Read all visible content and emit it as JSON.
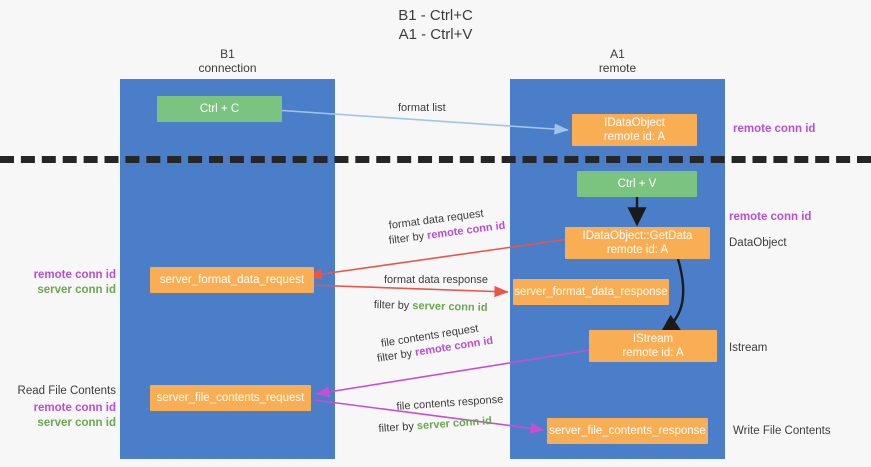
{
  "title": {
    "line1": "B1 - Ctrl+C",
    "line2": "A1 - Ctrl+V"
  },
  "columns": [
    {
      "name": "B1",
      "sub": "connection"
    },
    {
      "name": "A1",
      "sub": "remote"
    }
  ],
  "colors": {
    "lane": "#4a7ec9",
    "green_box": "#7bc47f",
    "orange_box": "#f9ae54",
    "remote_conn_id": "#b84fd0",
    "server_conn_id": "#6aa84f",
    "arrow_format": "#e8564a",
    "arrow_file": "#c84fd0",
    "arrow_formatlist": "#9fc5e8",
    "arrow_black": "#1a1a1a",
    "divider": "#262626",
    "page_bg": "#f7f7f7"
  },
  "boxes": {
    "ctrl_c": "Ctrl + C",
    "ctrl_v": "Ctrl + V",
    "idataobject_title": "IDataObject",
    "idataobject_sub": "remote id: A",
    "getdata_title": "IDataObject::GetData",
    "getdata_sub": "remote id: A",
    "istream_title": "IStream",
    "istream_sub": "remote id: A",
    "server_format_data_request": "server_format_data_request",
    "server_format_data_response": "server_format_data_response",
    "server_file_contents_request": "server_file_contents_request",
    "server_file_contents_response": "server_file_contents_response"
  },
  "captions": {
    "format_list": "format list",
    "format_data_request": "format data request",
    "format_data_request_filter_prefix": "filter by ",
    "format_data_request_filter_key": "remote conn id",
    "format_data_response": "format data response",
    "format_data_response_filter_prefix": "filter by ",
    "format_data_response_filter_key": "server conn id",
    "file_contents_request": "file contents request",
    "file_contents_request_filter_prefix": "filter by ",
    "file_contents_request_filter_key": "remote conn id",
    "file_contents_response": "file contents response",
    "file_contents_response_filter_prefix": "filter by ",
    "file_contents_response_filter_key": "server conn id"
  },
  "left_labels": {
    "format_remote_conn_id": "remote conn id",
    "format_server_conn_id": "server conn id",
    "read_file_contents": "Read File Contents",
    "file_remote_conn_id": "remote conn id",
    "file_server_conn_id": "server conn id"
  },
  "right_labels": {
    "top_remote_conn_id": "remote conn id",
    "getdata_remote_conn_id": "remote conn id",
    "dataobject": "DataObject",
    "istream": "Istream",
    "write_file_contents": "Write File Contents"
  }
}
